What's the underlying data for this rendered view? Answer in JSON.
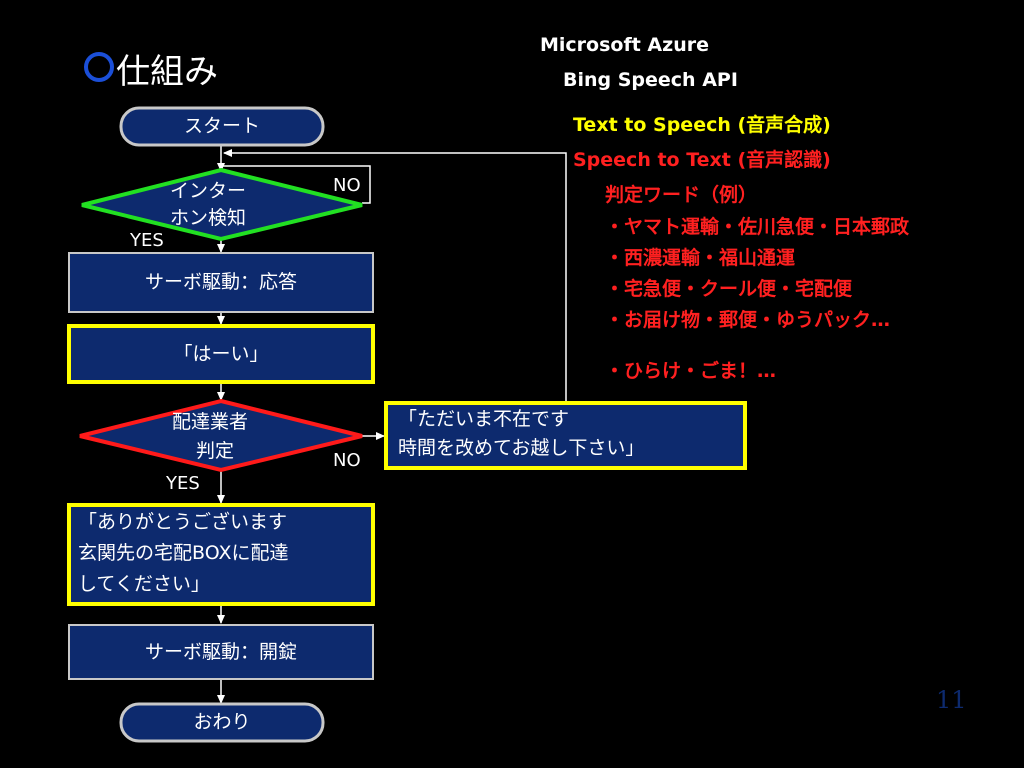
{
  "title": "仕組み",
  "flow": {
    "start": "スタート",
    "intercom_line1": "インター",
    "intercom_line2": "ホン検知",
    "servo_answer": "サーボ駆動：応答",
    "hai": "「はーい」",
    "courier_line1": "配達業者",
    "courier_line2": "判定",
    "thanks_line1": "「ありがとうございます",
    "thanks_line2": "玄関先の宅配BOXに配達",
    "thanks_line3": "してください」",
    "absent_line1": "「ただいま不在です",
    "absent_line2": "時間を改めてお越し下さい」",
    "servo_unlock": "サーボ駆動：開錠",
    "end": "おわり",
    "label_no_1": "NO",
    "label_yes_1": "YES",
    "label_no_2": "NO",
    "label_yes_2": "YES"
  },
  "api": {
    "ms_azure": "Microsoft Azure",
    "bing_speech": "Bing Speech API",
    "tts": "Text to Speech (音声合成)",
    "stt": "Speech to Text (音声認識)"
  },
  "keywords": {
    "heading": "判定ワード（例）",
    "items": [
      "・ヤマト運輸・佐川急便・日本郵政",
      "・西濃運輸・福山通運",
      "・宅急便・クール便・宅配便",
      "・お届け物・郵便・ゆうパック…",
      "・ひらけ・ごま！…"
    ]
  },
  "page_number": "11",
  "colors": {
    "box_fill": "#0d2a6e",
    "green": "#22e022",
    "red": "#ff1a1a",
    "yellow": "#ffff00"
  }
}
